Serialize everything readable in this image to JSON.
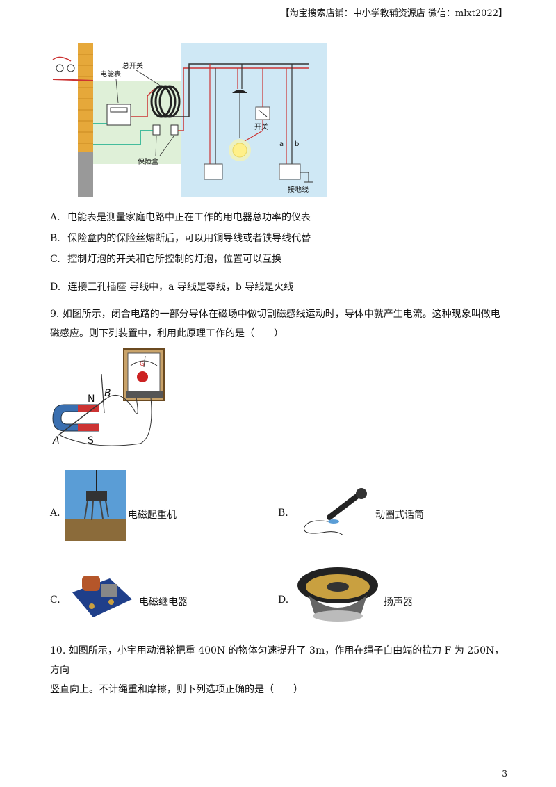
{
  "header": {
    "text": "【淘宝搜索店铺：中小学教辅资源店 微信：mlxt2022】"
  },
  "circuit_figure": {
    "meter_label": "电能表",
    "main_switch_label": "总开关",
    "fuse_label": "保险盒",
    "switch_label": "开关",
    "ground_label": "接地线",
    "wire_a": "a",
    "wire_b": "b"
  },
  "q8_options": [
    {
      "letter": "A.",
      "text": "电能表是测量家庭电路中正在工作的用电器总功率的仪表"
    },
    {
      "letter": "B.",
      "text": "保险盒内的保险丝熔断后，可以用铜导线或者铁导线代替"
    },
    {
      "letter": "C.",
      "text": "控制灯泡的开关和它所控制的灯泡，位置可以互换"
    },
    {
      "letter": "D.",
      "text": "连接三孔插座 导线中，a 导线是零线，b 导线是火线"
    }
  ],
  "q9": {
    "line1": "9. 如图所示，闭合电路的一部分导体在磁场中做切割磁感线运动时，导体中就产生电流。这种现象叫做电",
    "line2": "磁感应。则下列装置中，利用此原理工作的是（　　）",
    "fig": {
      "n": "N",
      "s": "S",
      "a": "A",
      "b": "B",
      "g": "G"
    },
    "options": [
      {
        "letter": "A.",
        "text": "电磁起重机"
      },
      {
        "letter": "B.",
        "text": "动圈式话筒"
      },
      {
        "letter": "C.",
        "text": "电磁继电器"
      },
      {
        "letter": "D.",
        "text": "扬声器"
      }
    ]
  },
  "q10": {
    "line1": "10. 如图所示，小宇用动滑轮把重 400N 的物体匀速提升了 3m，作用在绳子自由端的拉力 F 为 250N，方向",
    "line2": "竖直向上。不计绳重和摩擦，则下列选项正确的是（　　）"
  },
  "page_number": "3"
}
